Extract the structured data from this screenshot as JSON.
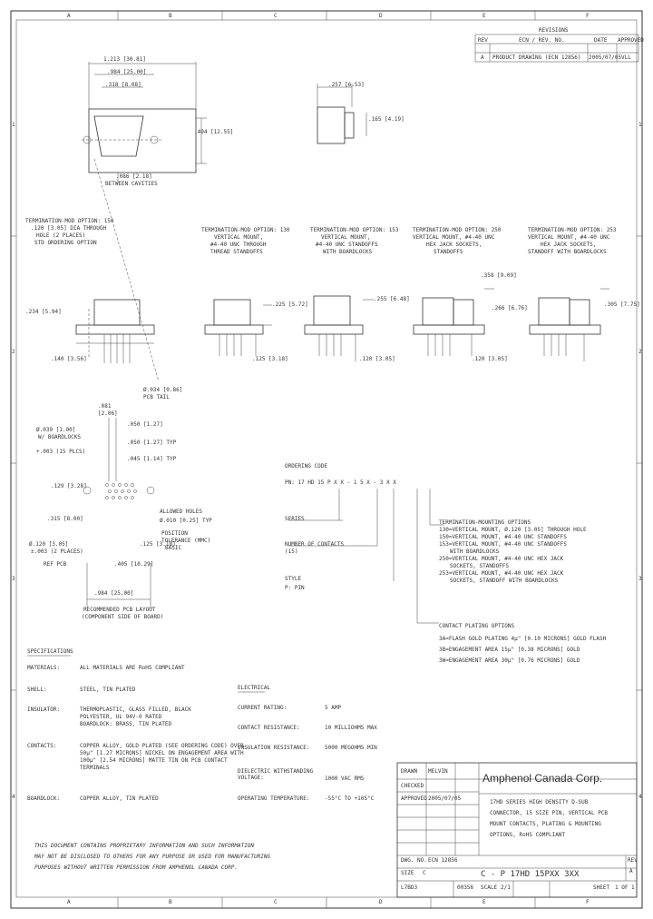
{
  "border": {
    "cols_top": [
      "A",
      "B",
      "C",
      "D",
      "E",
      "F"
    ],
    "cols_bottom": [
      "A",
      "B",
      "C",
      "D",
      "E",
      "F"
    ],
    "rows": [
      "1",
      "2",
      "3",
      "4"
    ]
  },
  "revisions": {
    "title": "REVISIONS",
    "headers": [
      "REV",
      "ECN / REV. NO.",
      "DATE",
      "APPROVED"
    ],
    "row": [
      "A",
      "PRODUCT DRAWING (ECN 12856)",
      "2005/07/05",
      "VLL"
    ]
  },
  "top_views": {
    "dim_a": "1.213 [30.81]",
    "dim_b": ".984 [25.00]",
    "dim_c": ".318 [8.08]",
    "dim_d": ".494 [12.55]",
    "dim_e": ".086 [2.18]",
    "dim_e2": "BETWEEN CAVITIES",
    "side_a": ".257 [6.53]",
    "side_b": ".165 [4.19]"
  },
  "options": [
    {
      "label": "TERMINATION-MOD OPTION: 150",
      "note1": ".120 [3.05] DIA THROUGH",
      "note2": "HOLE (2 PLACES)",
      "note3": "STD ORDERING OPTION"
    },
    {
      "label": "TERMINATION-MOD OPTION: 130",
      "note1": "VERTICAL MOUNT,",
      "note2": "#4-40 UNC THROUGH",
      "note3": "THREAD STANDOFFS"
    },
    {
      "label": "TERMINATION-MOD OPTION: 153",
      "note1": "VERTICAL MOUNT,",
      "note2": "#4-40 UNC STANDOFFS",
      "note3": "WITH BOARDLOCKS"
    },
    {
      "label": "TERMINATION-MOD OPTION: 250",
      "note1": "VERTICAL MOUNT, #4-40 UNC",
      "note2": "HEX JACK SOCKETS,",
      "note3": "STANDOFFS"
    },
    {
      "label": "TERMINATION-MOD OPTION: 253",
      "note1": "VERTICAL MOUNT, #4-40 UNC",
      "note2": "HEX JACK SOCKETS,",
      "note3": "STANDOFF WITH BOARDLOCKS"
    }
  ],
  "side_dims": {
    "d1": ".234 [5.94]",
    "d2": ".140 [3.56]",
    "d3": ".225 [5.72]",
    "d4": ".125 [3.18]",
    "d5": ".255 [6.48]",
    "d6": ".120 [3.05]",
    "d7": ".358 [9.09]",
    "d8": ".266 [6.76]",
    "d9": ".120 [3.05]",
    "d10": ".305 [7.75]",
    "pcb_a": "Ø.034 [0.86]",
    "pcb_b": "PCB TAIL"
  },
  "footprint": {
    "a1": ".081",
    "a2": "[2.06]",
    "b": ".050 [1.27]",
    "c": ".050 [1.27] TYP",
    "d": ".045 [1.14] TYP",
    "e1": "Ø.039 [1.00]",
    "e2": "W/ BOARDLOCKS",
    "e3": "+.003 (15 PLCS)",
    "f": ".129 [3.28]",
    "g": ".315 [8.00]",
    "h1": "Ø.120 [3.05]",
    "h2": "±.003 (2 PLACES)",
    "h3": "REF PCB",
    "tol1": "ALLOWED HOLES",
    "tol2": "Ø.010 [0.25] TYP",
    "tol3": "POSITION",
    "tol4": "TOLERANCE (MMC)",
    "tol5": "BASIC",
    "i": ".125 [3.18]",
    "j": ".405 [10.29]",
    "k": ".984 [25.00]",
    "layout1": "RECOMMENDED PCB LAYOUT",
    "layout2": "(COMPONENT SIDE OF BOARD)"
  },
  "ordering": {
    "title": "ORDERING CODE",
    "code": "PN: 17 HD 15 P X X - 1 5 X - 3 X X",
    "series_label": "SERIES",
    "contacts_label1": "NUMBER OF CONTACTS",
    "contacts_label2": "(15)",
    "style_label1": "STYLE",
    "style_label2": "P: PIN",
    "term_title": "TERMINATION-MOUNTING OPTIONS",
    "term_lines": [
      "130=VERTICAL MOUNT, Ø.120 [3.05] THROUGH HOLE",
      "150=VERTICAL MOUNT, #4-40 UNC STANDOFFS",
      "153=VERTICAL MOUNT, #4-40 UNC STANDOFFS",
      "WITH BOARDLOCKS",
      "250=VERTICAL MOUNT, #4-40 UNC HEX JACK",
      "SOCKETS, STANDOFFS",
      "253=VERTICAL MOUNT, #4-40 UNC HEX JACK",
      "SOCKETS, STANDOFF WITH BOARDLOCKS"
    ],
    "plating_title": "CONTACT PLATING OPTIONS",
    "plating_lines": [
      "3A=FLASH GOLD PLATING 4μ\" [0.10 MICRONS] GOLD FLASH",
      "3B=ENGAGEMENT AREA 15μ\" [0.38 MICRONS] GOLD",
      "3W=ENGAGEMENT AREA 30μ\" [0.76 MICRONS] GOLD"
    ]
  },
  "specs": {
    "title": "SPECIFICATIONS",
    "rows": [
      {
        "k": "MATERIALS:",
        "v": [
          "ALL MATERIALS ARE RoHS COMPLIANT"
        ]
      },
      {
        "k": "SHELL:",
        "v": [
          "STEEL, TIN PLATED"
        ]
      },
      {
        "k": "INSULATOR:",
        "v": [
          "THERMOPLASTIC, GLASS FILLED, BLACK",
          "POLYESTER, UL 94V-0 RATED",
          "BOARDLOCK: BRASS, TIN PLATED"
        ]
      },
      {
        "k": "CONTACTS:",
        "v": [
          "COPPER ALLOY, GOLD PLATED (SEE ORDERING CODE) OVER",
          "50μ\" [1.27 MICRONS] NICKEL ON ENGAGEMENT AREA WITH",
          "100μ\" [2.54 MICRONS] MATTE TIN ON PCB CONTACT",
          "TERMINALS"
        ]
      },
      {
        "k": "BOARDLOCK:",
        "v": [
          "COPPER ALLOY, TIN PLATED"
        ]
      }
    ]
  },
  "elec": {
    "title": "ELECTRICAL",
    "rows": [
      {
        "k": "CURRENT RATING:",
        "v": "5 AMP"
      },
      {
        "k": "CONTACT RESISTANCE:",
        "v": "10 MILLIOHMS MAX"
      },
      {
        "k": "INSULATION RESISTANCE:",
        "v": "5000 MEGOHMS MIN"
      },
      {
        "k": "DIELECTRIC WITHSTANDING VOLTAGE:",
        "v": "1000 VAC RMS"
      },
      {
        "k": "OPERATING TEMPERATURE:",
        "v": "-55°C TO +105°C"
      }
    ]
  },
  "notice": [
    "THIS DOCUMENT CONTAINS PROPRIETARY INFORMATION AND SUCH INFORMATION",
    "MAY NOT BE DISCLOSED TO OTHERS FOR ANY PURPOSE OR USED FOR MANUFACTURING",
    "PURPOSES WITHOUT WRITTEN PERMISSION FROM AMPHENOL CANADA CORP."
  ],
  "title_block": {
    "company": "Amphenol   Canada   Corp.",
    "desc": [
      "17HD SERIES HIGH DENSITY D-SUB",
      "CONNECTOR, 15 SIZE PIN, VERTICAL PCB",
      "MOUNT CONTACTS, PLATING & MOUNTING",
      "OPTIONS, RoHS COMPLIANT"
    ],
    "drawn": "DRAWN",
    "drawn_by": "MELVIN",
    "checked": "CHECKED",
    "approved": "APPROVED",
    "date": "2005/07/05",
    "part_no": "C - P 17HD 15PXX 3XX",
    "dwg_label": "DWG. NO.",
    "size_label": "SIZE",
    "size": "C",
    "sheet_label": "SHEET",
    "sheet": "1 OF 1",
    "rev_label": "REV",
    "rev": "A",
    "scale_label": "SCALE",
    "scale": "2/1",
    "ecn": "ECN 12856",
    "code": "L7BD3",
    "cage": "00356"
  }
}
